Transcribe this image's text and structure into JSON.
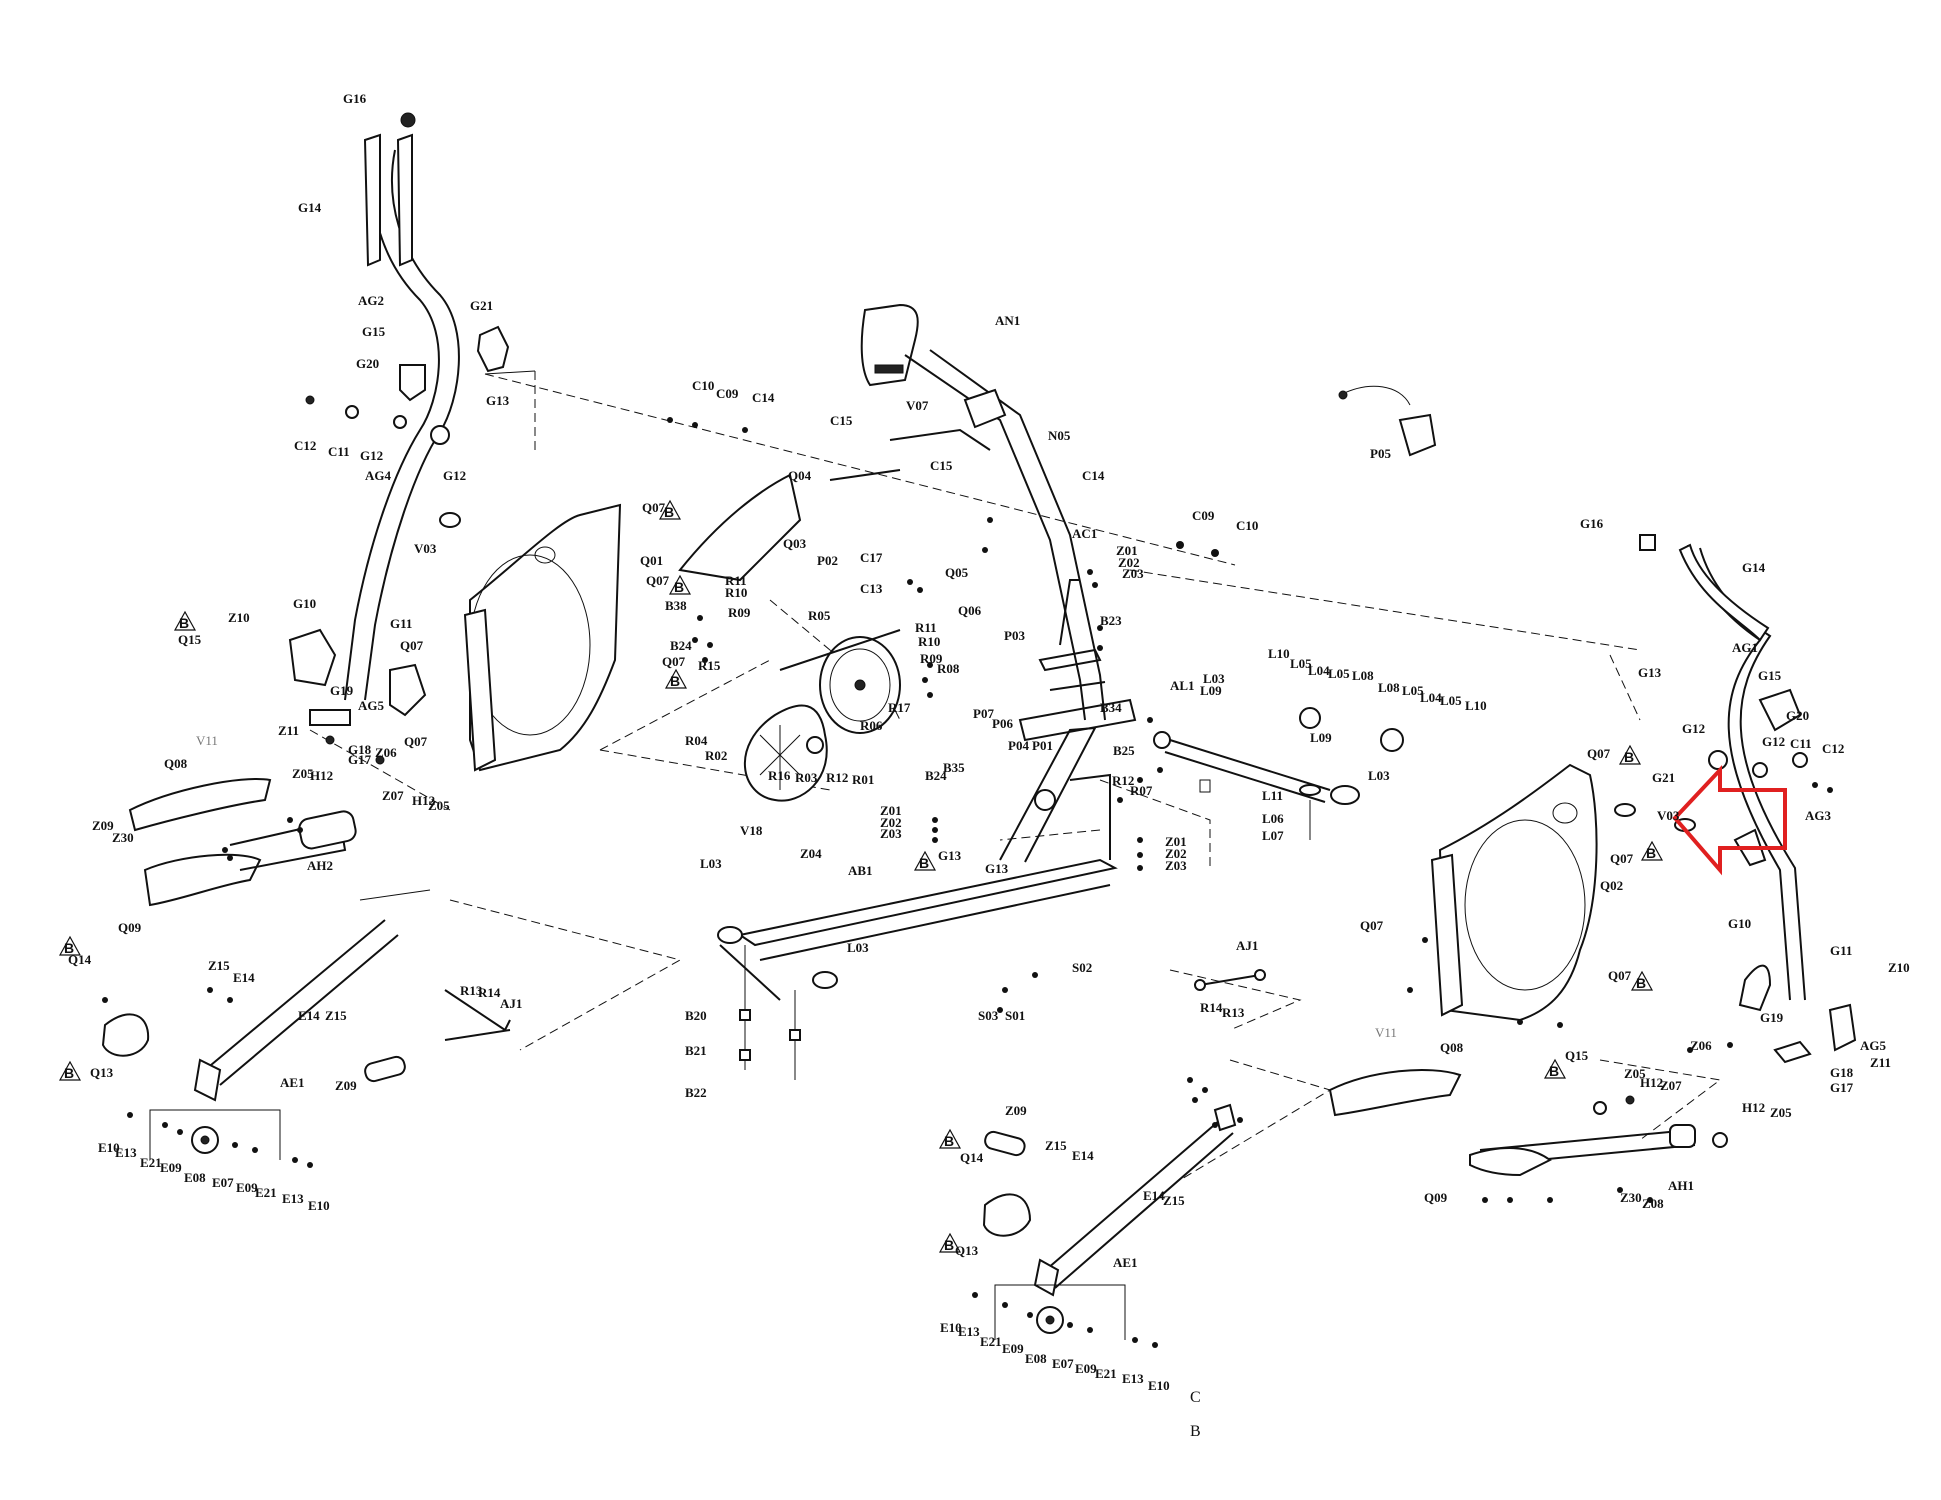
{
  "diagram": {
    "ref_badge_letter": "B",
    "bottom_text_1": "C",
    "bottom_text_2": "B",
    "highlight_color": "#e02020",
    "labels": [
      {
        "id": "G16a",
        "text": "G16"
      },
      {
        "id": "G14a",
        "text": "G14"
      },
      {
        "id": "AG2",
        "text": "AG2"
      },
      {
        "id": "G21a",
        "text": "G21"
      },
      {
        "id": "G15a",
        "text": "G15"
      },
      {
        "id": "G20a",
        "text": "G20"
      },
      {
        "id": "G13a",
        "text": "G13"
      },
      {
        "id": "C12a",
        "text": "C12"
      },
      {
        "id": "C11a",
        "text": "C11"
      },
      {
        "id": "G12a",
        "text": "G12"
      },
      {
        "id": "G12b",
        "text": "G12"
      },
      {
        "id": "AG4",
        "text": "AG4"
      },
      {
        "id": "V03a",
        "text": "V03"
      },
      {
        "id": "Q07a",
        "text": "Q07"
      },
      {
        "id": "Q01",
        "text": "Q01"
      },
      {
        "id": "Q07b",
        "text": "Q07"
      },
      {
        "id": "Q03",
        "text": "Q03"
      },
      {
        "id": "Q04",
        "text": "Q04"
      },
      {
        "id": "C10a",
        "text": "C10"
      },
      {
        "id": "C09a",
        "text": "C09"
      },
      {
        "id": "C14a",
        "text": "C14"
      },
      {
        "id": "C15a",
        "text": "C15"
      },
      {
        "id": "V07",
        "text": "V07"
      },
      {
        "id": "AN1",
        "text": "AN1"
      },
      {
        "id": "N05",
        "text": "N05"
      },
      {
        "id": "C15b",
        "text": "C15"
      },
      {
        "id": "C14b",
        "text": "C14"
      },
      {
        "id": "AC1",
        "text": "AC1"
      },
      {
        "id": "C09b",
        "text": "C09"
      },
      {
        "id": "C10b",
        "text": "C10"
      },
      {
        "id": "P05",
        "text": "P05"
      },
      {
        "id": "P02",
        "text": "P02"
      },
      {
        "id": "C17",
        "text": "C17"
      },
      {
        "id": "C13",
        "text": "C13"
      },
      {
        "id": "Q05",
        "text": "Q05"
      },
      {
        "id": "Q06",
        "text": "Q06"
      },
      {
        "id": "Z01a",
        "text": "Z01"
      },
      {
        "id": "Z02a",
        "text": "Z02"
      },
      {
        "id": "Z03a",
        "text": "Z03"
      },
      {
        "id": "B23",
        "text": "B23"
      },
      {
        "id": "P03",
        "text": "P03"
      },
      {
        "id": "G10a",
        "text": "G10"
      },
      {
        "id": "Z10a",
        "text": "Z10"
      },
      {
        "id": "Q15a",
        "text": "Q15"
      },
      {
        "id": "G11a",
        "text": "G11"
      },
      {
        "id": "Q07c",
        "text": "Q07"
      },
      {
        "id": "G19a",
        "text": "G19"
      },
      {
        "id": "AG5",
        "text": "AG5"
      },
      {
        "id": "Z11a",
        "text": "Z11"
      },
      {
        "id": "G18a",
        "text": "G18"
      },
      {
        "id": "G17a",
        "text": "G17"
      },
      {
        "id": "Z06a",
        "text": "Z06"
      },
      {
        "id": "Q07d",
        "text": "Q07"
      },
      {
        "id": "Q07e",
        "text": "Q07"
      },
      {
        "id": "B38",
        "text": "B38"
      },
      {
        "id": "B24",
        "text": "B24"
      },
      {
        "id": "R11a",
        "text": "R11"
      },
      {
        "id": "R10a",
        "text": "R10"
      },
      {
        "id": "R09a",
        "text": "R09"
      },
      {
        "id": "R15",
        "text": "R15"
      },
      {
        "id": "R05",
        "text": "R05"
      },
      {
        "id": "R11b",
        "text": "R11"
      },
      {
        "id": "R10b",
        "text": "R10"
      },
      {
        "id": "R09b",
        "text": "R09"
      },
      {
        "id": "R08",
        "text": "R08"
      },
      {
        "id": "R17",
        "text": "R17"
      },
      {
        "id": "R04",
        "text": "R04"
      },
      {
        "id": "R02",
        "text": "R02"
      },
      {
        "id": "R16",
        "text": "R16"
      },
      {
        "id": "R03",
        "text": "R03"
      },
      {
        "id": "R12a",
        "text": "R12"
      },
      {
        "id": "R01",
        "text": "R01"
      },
      {
        "id": "R06",
        "text": "R06"
      },
      {
        "id": "P07",
        "text": "P07"
      },
      {
        "id": "P06",
        "text": "P06"
      },
      {
        "id": "P04",
        "text": "P04"
      },
      {
        "id": "P01",
        "text": "P01"
      },
      {
        "id": "B34",
        "text": "B34"
      },
      {
        "id": "B25",
        "text": "B25"
      },
      {
        "id": "B24b",
        "text": "B24"
      },
      {
        "id": "B35",
        "text": "B35"
      },
      {
        "id": "R12b",
        "text": "R12"
      },
      {
        "id": "R07",
        "text": "R07"
      },
      {
        "id": "Z01b",
        "text": "Z01"
      },
      {
        "id": "Z02b",
        "text": "Z02"
      },
      {
        "id": "Z03b",
        "text": "Z03"
      },
      {
        "id": "G13b",
        "text": "G13"
      },
      {
        "id": "G13c",
        "text": "G13"
      },
      {
        "id": "Z01c",
        "text": "Z01"
      },
      {
        "id": "Z02c",
        "text": "Z02"
      },
      {
        "id": "Z03c",
        "text": "Z03"
      },
      {
        "id": "Z04",
        "text": "Z04"
      },
      {
        "id": "AB1",
        "text": "AB1"
      },
      {
        "id": "L03a",
        "text": "L03"
      },
      {
        "id": "L03b",
        "text": "L03"
      },
      {
        "id": "L03c",
        "text": "L03"
      },
      {
        "id": "L03d",
        "text": "L03"
      },
      {
        "id": "AL1",
        "text": "AL1"
      },
      {
        "id": "L09a",
        "text": "L09"
      },
      {
        "id": "L10a",
        "text": "L10"
      },
      {
        "id": "L05a",
        "text": "L05"
      },
      {
        "id": "L04a",
        "text": "L04"
      },
      {
        "id": "L05b",
        "text": "L05"
      },
      {
        "id": "L08a",
        "text": "L08"
      },
      {
        "id": "L09b",
        "text": "L09"
      },
      {
        "id": "L08b",
        "text": "L08"
      },
      {
        "id": "L05c",
        "text": "L05"
      },
      {
        "id": "L04b",
        "text": "L04"
      },
      {
        "id": "L05d",
        "text": "L05"
      },
      {
        "id": "L10b",
        "text": "L10"
      },
      {
        "id": "L11",
        "text": "L11"
      },
      {
        "id": "L06",
        "text": "L06"
      },
      {
        "id": "L07",
        "text": "L07"
      },
      {
        "id": "S02",
        "text": "S02"
      },
      {
        "id": "S03",
        "text": "S03"
      },
      {
        "id": "S01",
        "text": "S01"
      },
      {
        "id": "B20",
        "text": "B20"
      },
      {
        "id": "B21",
        "text": "B21"
      },
      {
        "id": "B22",
        "text": "B22"
      },
      {
        "id": "V18",
        "text": "V18"
      },
      {
        "id": "V11a",
        "text": "V11"
      },
      {
        "id": "Q08a",
        "text": "Q08"
      },
      {
        "id": "Z09a",
        "text": "Z09"
      },
      {
        "id": "Z30a",
        "text": "Z30"
      },
      {
        "id": "AH2",
        "text": "AH2"
      },
      {
        "id": "Q09a",
        "text": "Q09"
      },
      {
        "id": "Z05a",
        "text": "Z05"
      },
      {
        "id": "H12a",
        "text": "H12"
      },
      {
        "id": "Z07a",
        "text": "Z07"
      },
      {
        "id": "H12b",
        "text": "H12"
      },
      {
        "id": "Z05b",
        "text": "Z05"
      },
      {
        "id": "Q14a",
        "text": "Q14"
      },
      {
        "id": "Q13a",
        "text": "Q13"
      },
      {
        "id": "Z15a",
        "text": "Z15"
      },
      {
        "id": "E14a",
        "text": "E14"
      },
      {
        "id": "E14b",
        "text": "E14"
      },
      {
        "id": "Z15b",
        "text": "Z15"
      },
      {
        "id": "Z09b",
        "text": "Z09"
      },
      {
        "id": "AE1a",
        "text": "AE1"
      },
      {
        "id": "E10a",
        "text": "E10"
      },
      {
        "id": "E13a",
        "text": "E13"
      },
      {
        "id": "E21a",
        "text": "E21"
      },
      {
        "id": "E09a",
        "text": "E09"
      },
      {
        "id": "E08a",
        "text": "E08"
      },
      {
        "id": "E07a",
        "text": "E07"
      },
      {
        "id": "E09b",
        "text": "E09"
      },
      {
        "id": "E21b",
        "text": "E21"
      },
      {
        "id": "E13b",
        "text": "E13"
      },
      {
        "id": "E10b",
        "text": "E10"
      },
      {
        "id": "R13a",
        "text": "R13"
      },
      {
        "id": "R14a",
        "text": "R14"
      },
      {
        "id": "AJ1a",
        "text": "AJ1"
      },
      {
        "id": "AJ1b",
        "text": "AJ1"
      },
      {
        "id": "R14b",
        "text": "R14"
      },
      {
        "id": "R13b",
        "text": "R13"
      },
      {
        "id": "G16b",
        "text": "G16"
      },
      {
        "id": "G14b",
        "text": "G14"
      },
      {
        "id": "AG1",
        "text": "AG1"
      },
      {
        "id": "G13d",
        "text": "G13"
      },
      {
        "id": "G15b",
        "text": "G15"
      },
      {
        "id": "G20b",
        "text": "G20"
      },
      {
        "id": "G12c",
        "text": "G12"
      },
      {
        "id": "G12d",
        "text": "G12"
      },
      {
        "id": "C11b",
        "text": "C11"
      },
      {
        "id": "C12b",
        "text": "C12"
      },
      {
        "id": "Q07f",
        "text": "Q07"
      },
      {
        "id": "G21b",
        "text": "G21"
      },
      {
        "id": "V03b",
        "text": "V03"
      },
      {
        "id": "AG3",
        "text": "AG3"
      },
      {
        "id": "Q07g",
        "text": "Q07"
      },
      {
        "id": "Q02",
        "text": "Q02"
      },
      {
        "id": "Q07h",
        "text": "Q07"
      },
      {
        "id": "Q07i",
        "text": "Q07"
      },
      {
        "id": "Q15b",
        "text": "Q15"
      },
      {
        "id": "G10b",
        "text": "G10"
      },
      {
        "id": "G11b",
        "text": "G11"
      },
      {
        "id": "Z10b",
        "text": "Z10"
      },
      {
        "id": "G19b",
        "text": "G19"
      },
      {
        "id": "AG5b",
        "text": "AG5"
      },
      {
        "id": "Z06b",
        "text": "Z06"
      },
      {
        "id": "G18b",
        "text": "G18"
      },
      {
        "id": "Z11b",
        "text": "Z11"
      },
      {
        "id": "G17b",
        "text": "G17"
      },
      {
        "id": "V11b",
        "text": "V11"
      },
      {
        "id": "Q08b",
        "text": "Q08"
      },
      {
        "id": "Z05c",
        "text": "Z05"
      },
      {
        "id": "H12c",
        "text": "H12"
      },
      {
        "id": "Z07b",
        "text": "Z07"
      },
      {
        "id": "H12d",
        "text": "H12"
      },
      {
        "id": "Z05d",
        "text": "Z05"
      },
      {
        "id": "Q09b",
        "text": "Q09"
      },
      {
        "id": "Z30b",
        "text": "Z30"
      },
      {
        "id": "Z08",
        "text": "Z08"
      },
      {
        "id": "AH1",
        "text": "AH1"
      },
      {
        "id": "Z09c",
        "text": "Z09"
      },
      {
        "id": "Q14b",
        "text": "Q14"
      },
      {
        "id": "Z15c",
        "text": "Z15"
      },
      {
        "id": "E14c",
        "text": "E14"
      },
      {
        "id": "E14d",
        "text": "E14"
      },
      {
        "id": "Z15d",
        "text": "Z15"
      },
      {
        "id": "Q13b",
        "text": "Q13"
      },
      {
        "id": "AE1b",
        "text": "AE1"
      },
      {
        "id": "E10c",
        "text": "E10"
      },
      {
        "id": "E13c",
        "text": "E13"
      },
      {
        "id": "E21c",
        "text": "E21"
      },
      {
        "id": "E09c",
        "text": "E09"
      },
      {
        "id": "E08b",
        "text": "E08"
      },
      {
        "id": "E07b",
        "text": "E07"
      },
      {
        "id": "E09d",
        "text": "E09"
      },
      {
        "id": "E21d",
        "text": "E21"
      },
      {
        "id": "E13d",
        "text": "E13"
      },
      {
        "id": "E10d",
        "text": "E10"
      }
    ]
  }
}
